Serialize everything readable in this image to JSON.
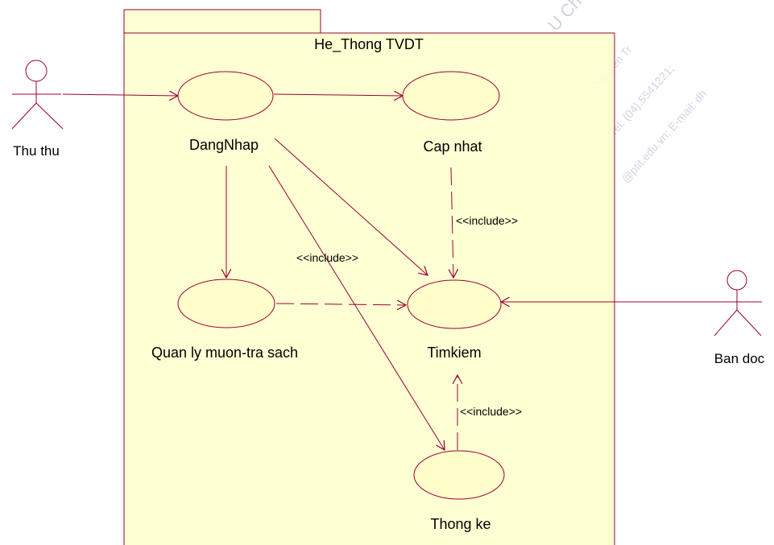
{
  "package": {
    "title": "He_Thong TVDT"
  },
  "actors": [
    {
      "id": "thu-thu",
      "label": "Thu thu"
    },
    {
      "id": "ban-doc",
      "label": "Ban doc"
    }
  ],
  "use_cases": [
    {
      "id": "dang-nhap",
      "label": "DangNhap"
    },
    {
      "id": "cap-nhat",
      "label": "Cap nhat"
    },
    {
      "id": "quan-ly",
      "label": "Quan ly muon-tra sach"
    },
    {
      "id": "tim-kiem",
      "label": "Timkiem"
    },
    {
      "id": "thong-ke",
      "label": "Thong ke"
    }
  ],
  "relations": [
    {
      "from": "thu-thu",
      "to": "dang-nhap",
      "kind": "association"
    },
    {
      "from": "dang-nhap",
      "to": "cap-nhat",
      "kind": "association"
    },
    {
      "from": "dang-nhap",
      "to": "quan-ly",
      "kind": "association"
    },
    {
      "from": "dang-nhap",
      "to": "tim-kiem",
      "kind": "association"
    },
    {
      "from": "dang-nhap",
      "to": "thong-ke",
      "kind": "association",
      "stereotype": "<<include>>"
    },
    {
      "from": "cap-nhat",
      "to": "tim-kiem",
      "kind": "dependency",
      "stereotype": "<<include>>"
    },
    {
      "from": "quan-ly",
      "to": "tim-kiem",
      "kind": "dependency"
    },
    {
      "from": "thong-ke",
      "to": "tim-kiem",
      "kind": "dependency",
      "stereotype": "<<include>>"
    },
    {
      "from": "ban-doc",
      "to": "tim-kiem",
      "kind": "association"
    }
  ],
  "watermark": {
    "lines": [
      "U Ch",
      "Nguyen Tr",
      "Tel: (04).5541221;",
      "@ptit.edu.vn; E-mail: dh"
    ]
  },
  "colors": {
    "package_fill": "#ffffcc",
    "stroke": "#990033",
    "text": "#000000",
    "watermark": "#b9a8c8"
  }
}
